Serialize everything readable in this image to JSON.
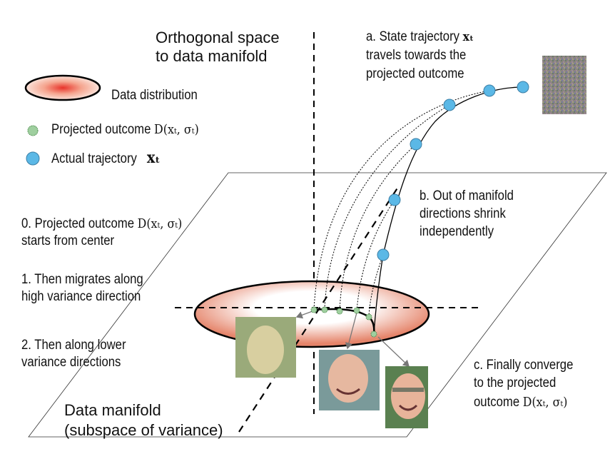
{
  "titles": {
    "orthogonal_l1": "Orthogonal space",
    "orthogonal_l2": "to data manifold",
    "manifold_l1": "Data manifold",
    "manifold_l2": "(subspace of variance)"
  },
  "legend": {
    "data_distribution": "Data distribution",
    "projected": "Projected outcome",
    "projected_math": "D(xₜ, σₜ)",
    "actual": "Actual trajectory",
    "actual_math": "xₜ"
  },
  "steps": {
    "s0_l1": "0. Projected outcome",
    "s0_math": "D(xₜ, σₜ)",
    "s0_l2": "starts from center",
    "s1_l1": "1. Then migrates along",
    "s1_l2": "high variance direction",
    "s2_l1": "2. Then along lower",
    "s2_l2": "variance directions"
  },
  "annotations": {
    "a_l1": "a. State trajectory",
    "a_math": "xₜ",
    "a_l2": "travels towards the",
    "a_l3": "projected outcome",
    "b_l1": "b. Out of manifold",
    "b_l2": "directions shrink",
    "b_l3": "independently",
    "c_l1": "c. Finally converge",
    "c_l2": "to the projected",
    "c_l3": "outcome",
    "c_math": "D(xₜ, σₜ)"
  },
  "colors": {
    "traj": "#5bb8e6",
    "proj": "#9fcf9f",
    "dist": "#e5846a"
  }
}
